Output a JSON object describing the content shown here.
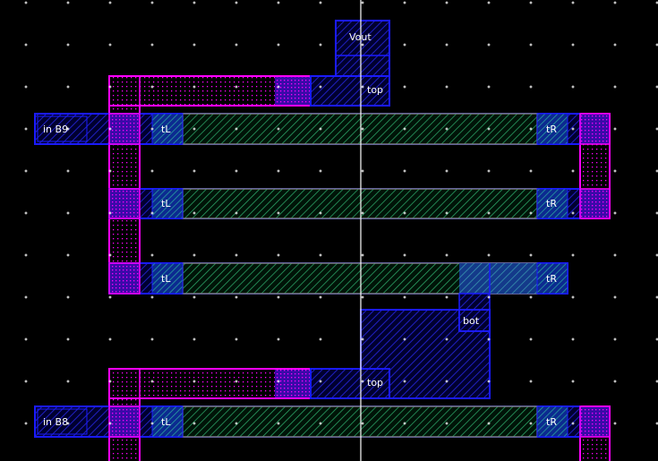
{
  "app": {
    "view": "layout-editor-canvas"
  },
  "colors": {
    "background": "#000000",
    "metal1": "#1a1aff",
    "metal1_fill": "#0a0a8a",
    "poly_magenta": "#ff00ff",
    "diffusion_green": "#2ecc71",
    "diffusion_gray": "#8a8a8a",
    "contact_cyan": "#22aacc",
    "grid_dot": "#ffffff",
    "cursor_line": "#ffffff"
  },
  "labels": {
    "vout": "Vout",
    "top1": "top",
    "in_b9": "in B9",
    "top2": "top",
    "bot": "bot",
    "in_b8": "in B8",
    "contacts": [
      "tL",
      "tR",
      "tL",
      "tR",
      "tL",
      "tR",
      "tL",
      "tR"
    ]
  }
}
